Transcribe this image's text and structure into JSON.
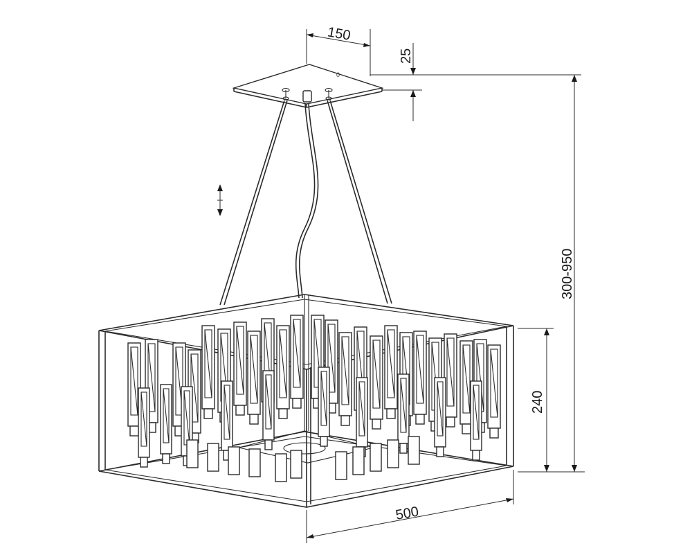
{
  "dimensions": {
    "canopy_width": "150",
    "canopy_height": "25",
    "total_height": "300-950",
    "shade_height": "240",
    "shade_width": "500"
  }
}
